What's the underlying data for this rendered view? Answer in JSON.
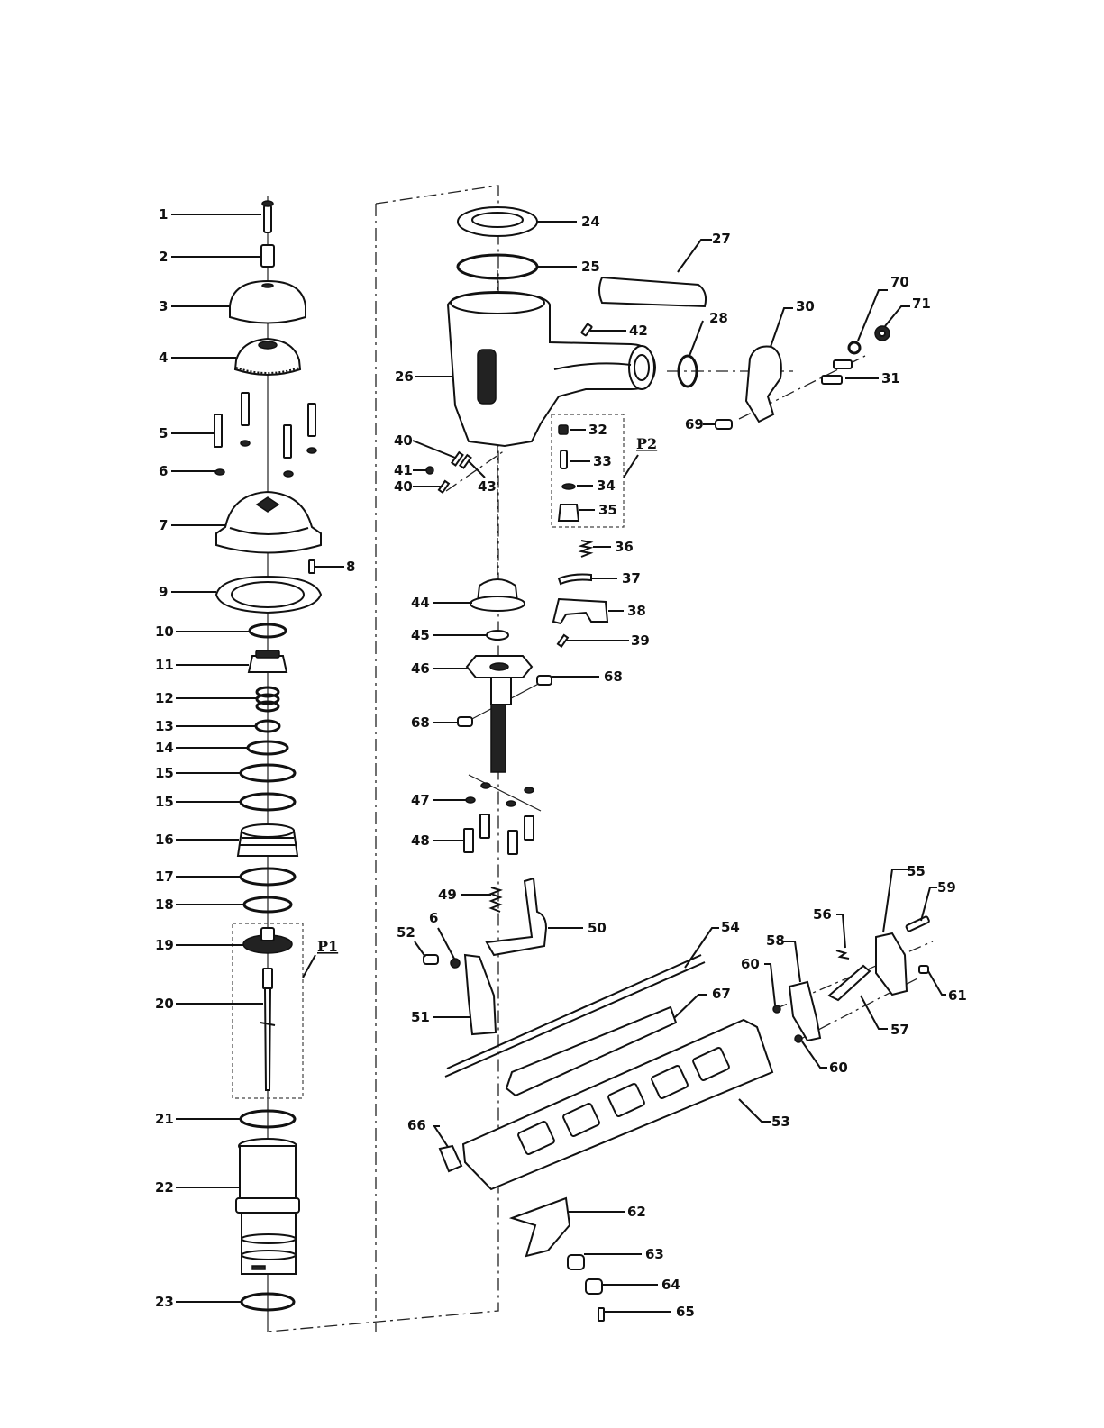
{
  "groups": [
    "P1",
    "P2"
  ],
  "callouts": [
    "1",
    "2",
    "3",
    "4",
    "5",
    "6",
    "7",
    "8",
    "9",
    "10",
    "11",
    "12",
    "13",
    "14",
    "15",
    "15",
    "16",
    "17",
    "18",
    "19",
    "20",
    "21",
    "22",
    "23",
    "24",
    "25",
    "26",
    "27",
    "28",
    "30",
    "31",
    "32",
    "33",
    "34",
    "35",
    "36",
    "37",
    "38",
    "39",
    "40",
    "40",
    "41",
    "42",
    "43",
    "44",
    "45",
    "46",
    "47",
    "48",
    "49",
    "50",
    "51",
    "52",
    "6",
    "53",
    "54",
    "55",
    "56",
    "57",
    "58",
    "59",
    "60",
    "60",
    "61",
    "62",
    "63",
    "64",
    "65",
    "66",
    "67",
    "68",
    "68",
    "69",
    "70",
    "71"
  ]
}
